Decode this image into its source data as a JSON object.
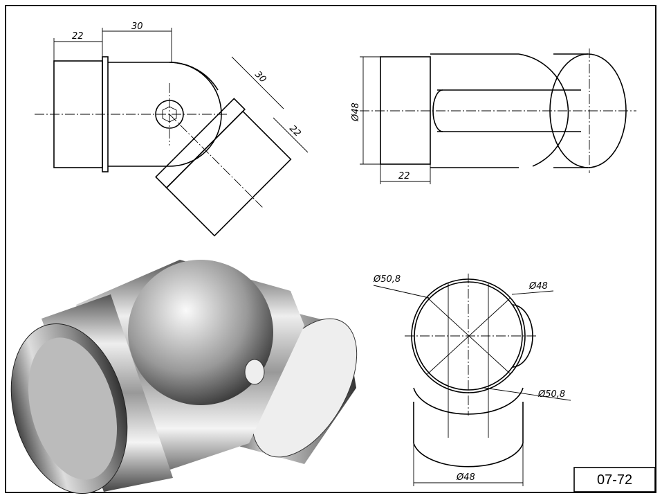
{
  "drawing_code": "07-72",
  "views": {
    "side_view": {
      "dims": [
        "22",
        "30",
        "30",
        "22"
      ]
    },
    "top_view": {
      "dims": [
        "Ø48",
        "22"
      ]
    },
    "end_view": {
      "dims": [
        "Ø50,8",
        "Ø48",
        "Ø50,8",
        "Ø48"
      ]
    }
  },
  "colors": {
    "line": "#000000",
    "background": "#ffffff"
  }
}
